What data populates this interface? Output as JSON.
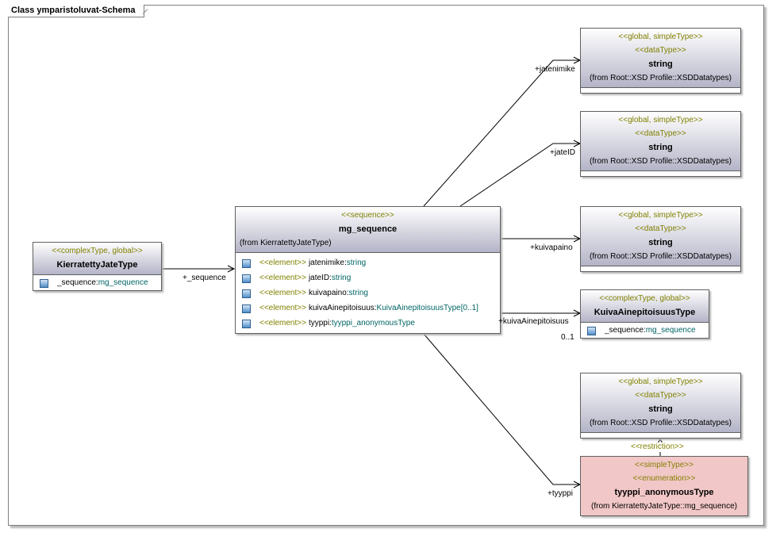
{
  "frame": {
    "title": "Class ymparistoluvat-Schema"
  },
  "classes": {
    "kierratetty": {
      "stereotype": "<<complexType, global>>",
      "name": "KierratettyJateType",
      "attrs": [
        {
          "name": "_sequence:",
          "type": "mg_sequence"
        }
      ]
    },
    "mg_sequence": {
      "stereotype": "<<sequence>>",
      "name": "mg_sequence",
      "from": "(from KierratettyJateType)",
      "attrs": [
        {
          "stereo": "<<element>>",
          "name": "jatenimike:",
          "type": "string"
        },
        {
          "stereo": "<<element>>",
          "name": "jateID:",
          "type": "string"
        },
        {
          "stereo": "<<element>>",
          "name": "kuivapaino:",
          "type": "string"
        },
        {
          "stereo": "<<element>>",
          "name": "kuivaAinepitoisuus:",
          "type": "KuivaAinepitoisuusType[0..1]"
        },
        {
          "stereo": "<<element>>",
          "name": "tyyppi:",
          "type": "tyyppi_anonymousType"
        }
      ]
    },
    "string1": {
      "st1": "<<global, simpleType>>",
      "st2": "<<dataType>>",
      "name": "string",
      "from": "(from Root::XSD Profile::XSDDatatypes)"
    },
    "string2": {
      "st1": "<<global, simpleType>>",
      "st2": "<<dataType>>",
      "name": "string",
      "from": "(from Root::XSD Profile::XSDDatatypes)"
    },
    "string3": {
      "st1": "<<global, simpleType>>",
      "st2": "<<dataType>>",
      "name": "string",
      "from": "(from Root::XSD Profile::XSDDatatypes)"
    },
    "kuiva": {
      "stereotype": "<<complexType, global>>",
      "name": "KuivaAinepitoisuusType",
      "attrs": [
        {
          "name": "_sequence:",
          "type": "mg_sequence"
        }
      ]
    },
    "string4": {
      "st1": "<<global, simpleType>>",
      "st2": "<<dataType>>",
      "name": "string",
      "from": "(from Root::XSD Profile::XSDDatatypes)"
    },
    "tyyppi": {
      "st1": "<<simpleType>>",
      "st2": "<<enumeration>>",
      "name": "tyyppi_anonymousType",
      "from": "(from KierratettyJateType::mg_sequence)"
    }
  },
  "labels": {
    "sequence": "+_sequence",
    "jatenimike": "+jatenimike",
    "jateID": "+jateID",
    "kuivapaino": "+kuivapaino",
    "kuivaAinepitoisuus": "+kuivaAinepitoisuus",
    "multiplicity": "0..1",
    "tyyppi": "+tyyppi",
    "restriction": "<<restriction>>"
  }
}
